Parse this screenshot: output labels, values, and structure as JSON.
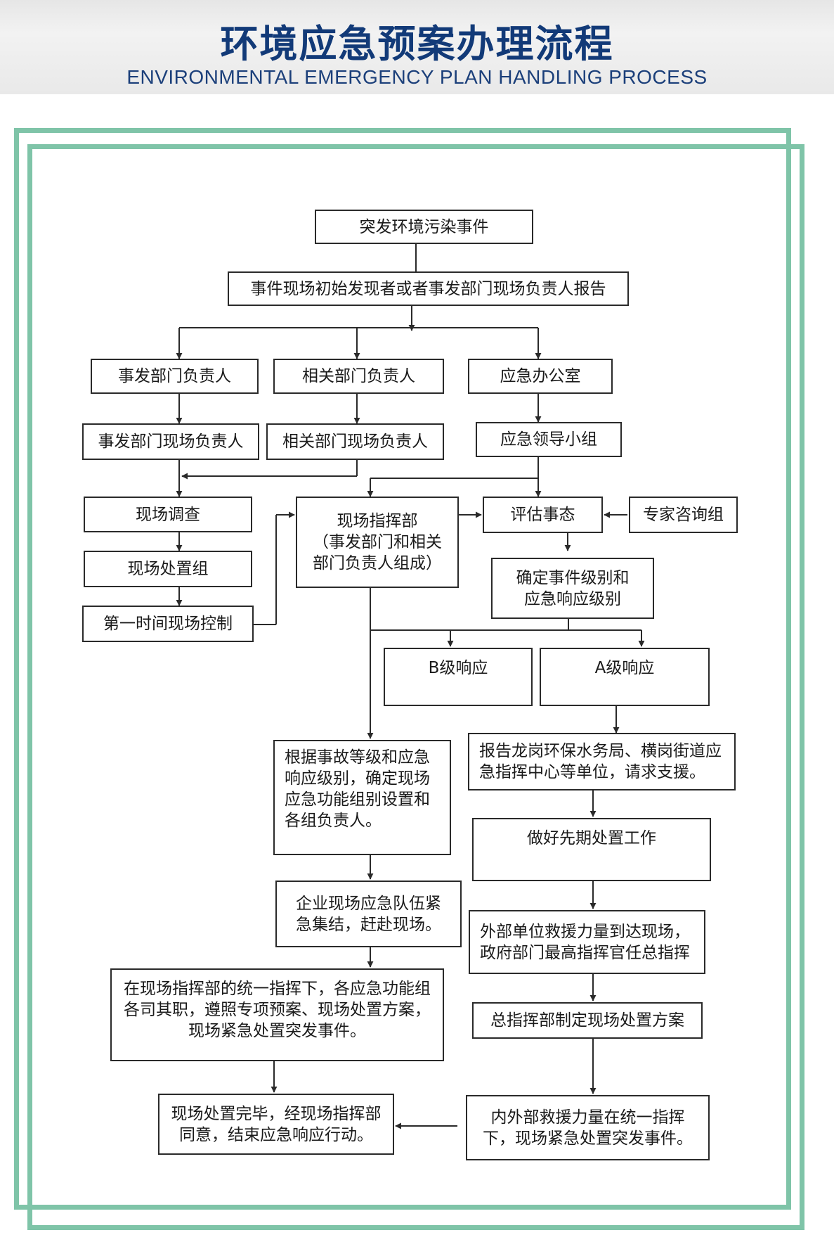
{
  "header": {
    "title": "环境应急预案办理流程",
    "subtitle": "ENVIRONMENTAL EMERGENCY PLAN HANDLING PROCESS"
  },
  "colors": {
    "title": "#123a78",
    "frame": "#7fc4a8",
    "line": "#2a2a2a"
  },
  "flow": {
    "incident": "突发环境污染事件",
    "report": "事件现场初始发现者或者事发部门现场负责人报告",
    "dept_head": "事发部门负责人",
    "related_head": "相关部门负责人",
    "emergency_office": "应急办公室",
    "dept_site_head": "事发部门现场负责人",
    "related_site_head": "相关部门现场负责人",
    "leading_group": "应急领导小组",
    "site_investigation": "现场调查",
    "site_disposal_group": "现场处置组",
    "first_control": "第一时间现场控制",
    "site_command": "现场指挥部\n（事发部门和相关\n部门负责人组成）",
    "assess": "评估事态",
    "expert_group": "专家咨询组",
    "determine_level": "确定事件级别和\n应急响应级别",
    "level_b": "B级响应",
    "level_a": "A级响应",
    "set_groups": "根据事故等级和应急\n响应级别，确定现场\n应急功能组别设置和\n各组负责人。",
    "report_agencies": "报告龙岗环保水务局、横岗街道应\n急指挥中心等单位，请求支援。",
    "early_disposal": "做好先期处置工作",
    "team_assemble": "企业现场应急队伍紧\n急集结，赶赴现场。",
    "external_arrive": "外部单位救援力量到达现场，\n政府部门最高指挥官任总指挥",
    "unified_command": "在现场指挥部的统一指挥下，各应急功能组\n各司其职，遵照专项预案、现场处置方案，\n现场紧急处置突发事件。",
    "chief_plan": "总指挥部制定现场处置方案",
    "finish": "现场处置完毕，经现场指挥部\n同意，结束应急响应行动。",
    "joint_rescue": "内外部救援力量在统一指挥\n下，现场紧急处置突发事件。"
  }
}
